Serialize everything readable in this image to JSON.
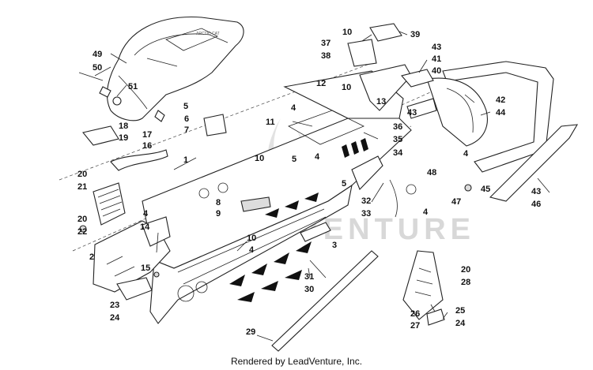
{
  "credit": "Rendered by LeadVenture, Inc.",
  "watermark": "LEADVENTURE",
  "colors": {
    "line": "#222222",
    "text": "#111111",
    "watermark": "#d8d8d8",
    "shade": "#dcdcdc"
  },
  "callouts": [
    "1",
    "2",
    "3",
    "4",
    "5",
    "6",
    "7",
    "8",
    "9",
    "10",
    "11",
    "12",
    "13",
    "14",
    "15",
    "16",
    "17",
    "18",
    "19",
    "20",
    "21",
    "22",
    "23",
    "24",
    "25",
    "26",
    "27",
    "28",
    "29",
    "30",
    "31",
    "32",
    "33",
    "34",
    "35",
    "36",
    "37",
    "38",
    "39",
    "40",
    "41",
    "42",
    "43",
    "44",
    "45",
    "46",
    "47",
    "48",
    "49",
    "50",
    "51"
  ]
}
